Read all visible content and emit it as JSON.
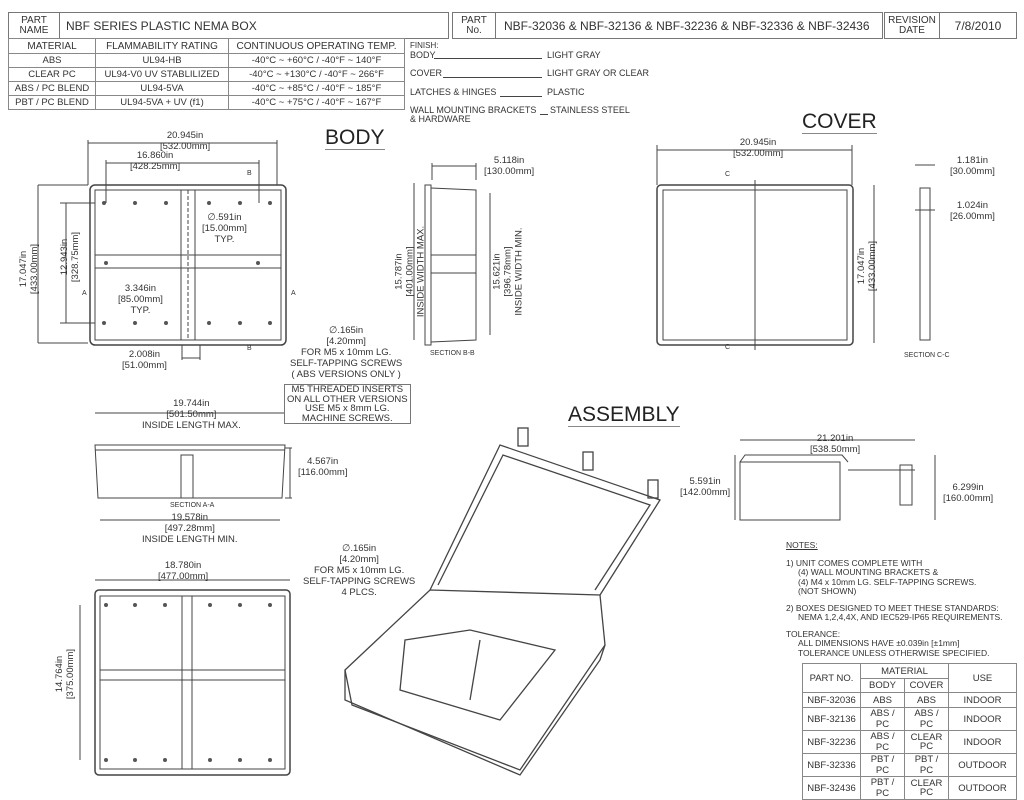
{
  "title_block": {
    "part_name_label": "PART NAME",
    "part_name": "NBF SERIES PLASTIC NEMA BOX",
    "part_no_label": "PART No.",
    "part_no": "NBF-32036 & NBF-32136 & NBF-32236 & NBF-32336 & NBF-32436",
    "revision_date_label": "REVISION DATE",
    "revision_date": "7/8/2010"
  },
  "materials": {
    "headers": [
      "MATERIAL",
      "FLAMMABILITY RATING",
      "CONTINUOUS OPERATING TEMP."
    ],
    "rows": [
      [
        "ABS",
        "UL94-HB",
        "-40°C ~ +60°C / -40°F ~ 140°F"
      ],
      [
        "CLEAR PC",
        "UL94-V0  UV STABLILIZED",
        "-40°C ~ +130°C / -40°F ~ 266°F"
      ],
      [
        "ABS / PC BLEND",
        "UL94-5VA",
        "-40°C ~ +85°C / -40°F ~ 185°F"
      ],
      [
        "PBT / PC BLEND",
        "UL94-5VA + UV (f1)",
        "-40°C ~ +75°C / -40°F ~ 167°F"
      ]
    ]
  },
  "finish": {
    "label": "FINISH:",
    "items": [
      {
        "name": "BODY",
        "value": "LIGHT GRAY"
      },
      {
        "name": "COVER",
        "value": "LIGHT GRAY OR CLEAR"
      },
      {
        "name": "LATCHES & HINGES",
        "value": "PLASTIC"
      },
      {
        "name": "WALL MOUNTING BRACKETS",
        "name2": "& HARDWARE",
        "value": "STAINLESS STEEL"
      }
    ]
  },
  "views": {
    "body": "BODY",
    "cover": "COVER",
    "assembly": "ASSEMBLY",
    "section_bb": "SECTION B-B",
    "section_cc": "SECTION C-C",
    "section_aa": "SECTION A-A",
    "marker_a": "A",
    "marker_b": "B",
    "marker_c": "C"
  },
  "dims": {
    "body_w": [
      "20.945in",
      "[532.00mm]"
    ],
    "body_inner_w": [
      "16.860in",
      "[428.25mm]"
    ],
    "body_h": [
      "17.047in",
      "[433.00mm]"
    ],
    "body_inner_h": [
      "12.943in",
      "[328.75mm]"
    ],
    "hole": [
      "∅.591in",
      "[15.00mm]",
      "TYP."
    ],
    "spacing": [
      "3.346in",
      "[85.00mm]",
      "TYP."
    ],
    "offset": [
      "2.008in",
      "[51.00mm]"
    ],
    "screw": [
      "∅.165in",
      "[4.20mm]",
      "FOR M5 x 10mm LG.",
      "SELF-TAPPING SCREWS",
      "( ABS VERSIONS ONLY )"
    ],
    "inserts": [
      "M5 THREADED INSERTS",
      "ON ALL OTHER VERSIONS",
      "USE M5 x 8mm LG.",
      "MACHINE SCREWS."
    ],
    "bb_depth": [
      "5.118in",
      "[130.00mm]"
    ],
    "bb_max": [
      "15.787in",
      "[401.00mm]",
      "INSIDE WIDTH MAX."
    ],
    "bb_min": [
      "15.621in",
      "[396.78mm]",
      "INSIDE WIDTH MIN."
    ],
    "cover_w": [
      "20.945in",
      "[532.00mm]"
    ],
    "cover_h": [
      "17.047in",
      "[433.00mm]"
    ],
    "cc_1": [
      "1.181in",
      "[30.00mm]"
    ],
    "cc_2": [
      "1.024in",
      "[26.00mm]"
    ],
    "aa_max": [
      "19.744in",
      "[501.50mm]",
      "INSIDE LENGTH MAX."
    ],
    "aa_h": [
      "4.567in",
      "[116.00mm]"
    ],
    "aa_min": [
      "19.578in",
      "[497.28mm]",
      "INSIDE LENGTH MIN."
    ],
    "bottom_w": [
      "18.780in",
      "[477.00mm]"
    ],
    "bottom_h": [
      "14.764in",
      "[375.00mm]"
    ],
    "screw2": [
      "∅.165in",
      "[4.20mm]",
      "FOR M5 x 10mm LG.",
      "SELF-TAPPING SCREWS",
      "4 PLCS."
    ],
    "asm_w": [
      "21.201in",
      "[538.50mm]"
    ],
    "asm_h1": [
      "5.591in",
      "[142.00mm]"
    ],
    "asm_h2": [
      "6.299in",
      "[160.00mm]"
    ]
  },
  "notes": {
    "title": "NOTES:",
    "lines": [
      "1) UNIT COMES COMPLETE WITH",
      "(4) WALL MOUNTING BRACKETS &",
      "(4) M4 x 10mm LG. SELF-TAPPING SCREWS.",
      "(NOT SHOWN)",
      "2) BOXES DESIGNED TO MEET THESE STANDARDS:",
      "NEMA 1,2,4,4X, AND IEC529-IP65 REQUIREMENTS.",
      "TOLERANCE:",
      "ALL DIMENSIONS HAVE ±0.039in [±1mm]",
      "TOLERANCE UNLESS OTHERWISE SPECIFIED."
    ]
  },
  "parts_table": {
    "h_part": "PART NO.",
    "h_material": "MATERIAL",
    "h_body": "BODY",
    "h_cover": "COVER",
    "h_use": "USE",
    "rows": [
      [
        "NBF-32036",
        "ABS",
        "ABS",
        "INDOOR"
      ],
      [
        "NBF-32136",
        "ABS / PC",
        "ABS / PC",
        "INDOOR"
      ],
      [
        "NBF-32236",
        "ABS / PC",
        "CLEAR PC",
        "INDOOR"
      ],
      [
        "NBF-32336",
        "PBT / PC",
        "PBT / PC",
        "OUTDOOR"
      ],
      [
        "NBF-32436",
        "PBT / PC",
        "CLEAR PC",
        "OUTDOOR"
      ]
    ]
  }
}
